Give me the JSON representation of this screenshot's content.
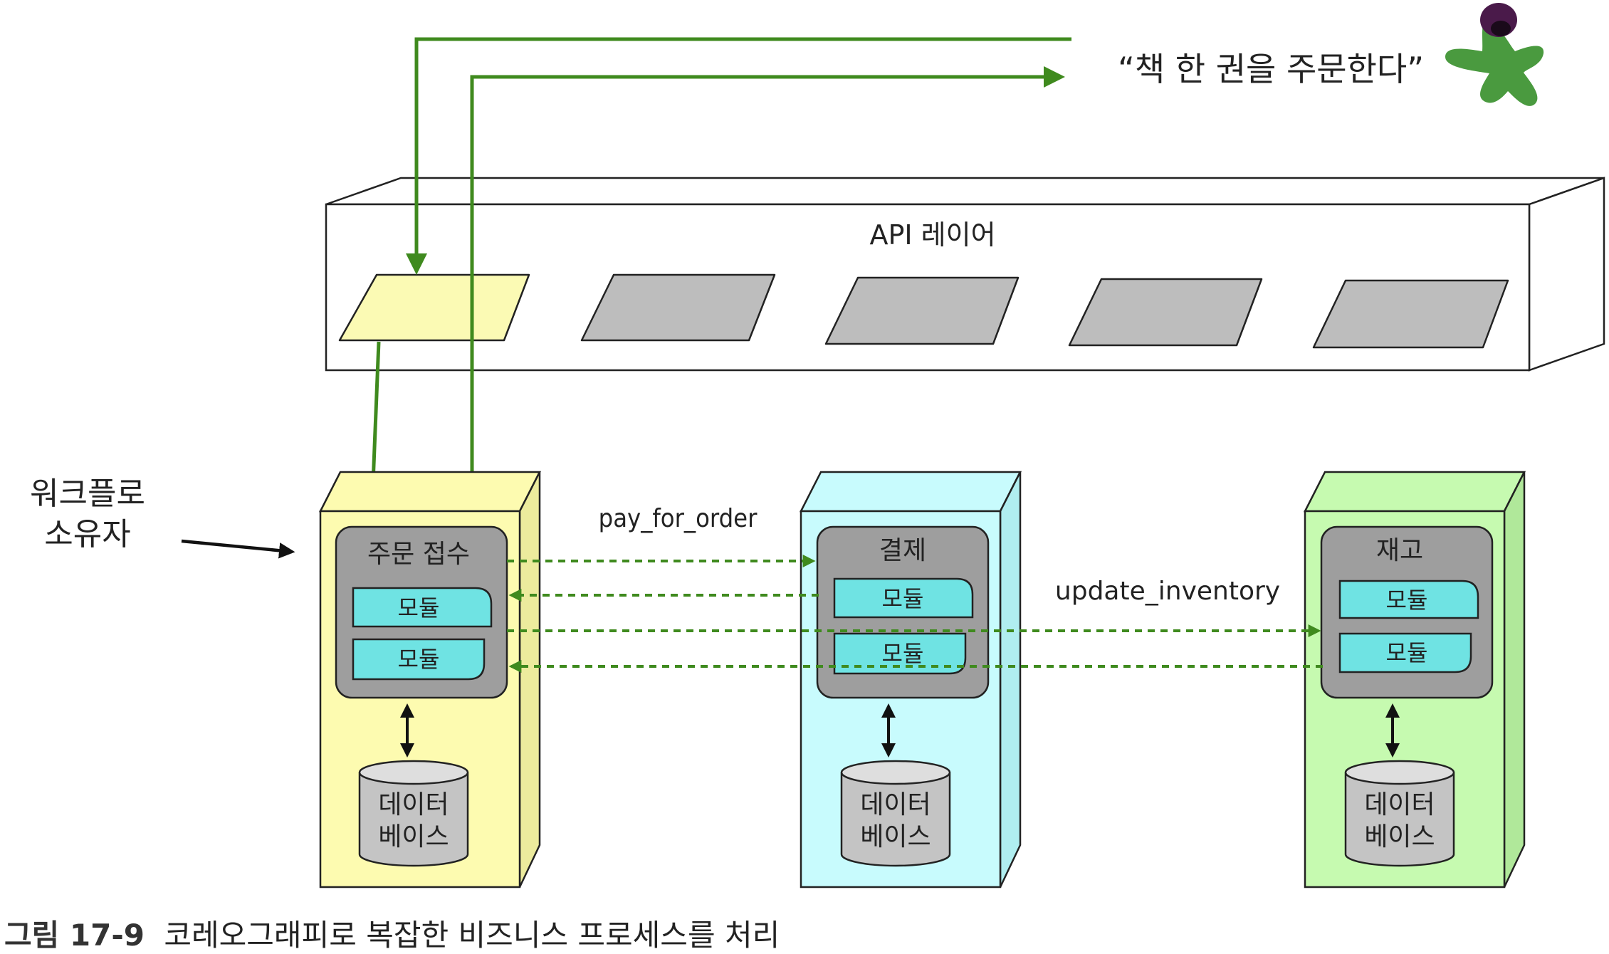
{
  "request_quote": "“책 한 권을 주문한다”",
  "api_layer": {
    "label": "API 레이어",
    "endpoints": 5,
    "active_endpoint": 1
  },
  "workflow_owner": {
    "line1": "워크플로",
    "line2": "소유자"
  },
  "services": [
    {
      "title": "주문 접수",
      "modules": [
        "모듈",
        "모듈"
      ],
      "db_line1": "데이터",
      "db_line2": "베이스",
      "color": "#fdfbb0"
    },
    {
      "title": "결제",
      "modules": [
        "모듈",
        "모듈"
      ],
      "db_line1": "데이터",
      "db_line2": "베이스",
      "color": "#c8fbfd"
    },
    {
      "title": "재고",
      "modules": [
        "모듈",
        "모듈"
      ],
      "db_line1": "데이터",
      "db_line2": "베이스",
      "color": "#c6fab0"
    }
  ],
  "messages": {
    "pay": "pay_for_order",
    "update": "update_inventory"
  },
  "caption": {
    "number": "그림 17-9",
    "text": "코레오그래피로 복잡한 비즈니스 프로세스를 처리"
  },
  "colors": {
    "flow_green": "#3f8a1e",
    "module_cyan": "#6fe3e3",
    "service_gray": "#9e9e9e",
    "endpoint_gray": "#bdbdbd",
    "endpoint_active": "#fbfab4",
    "actor_green": "#4a9a3f",
    "actor_head": "#4a1a4a"
  }
}
